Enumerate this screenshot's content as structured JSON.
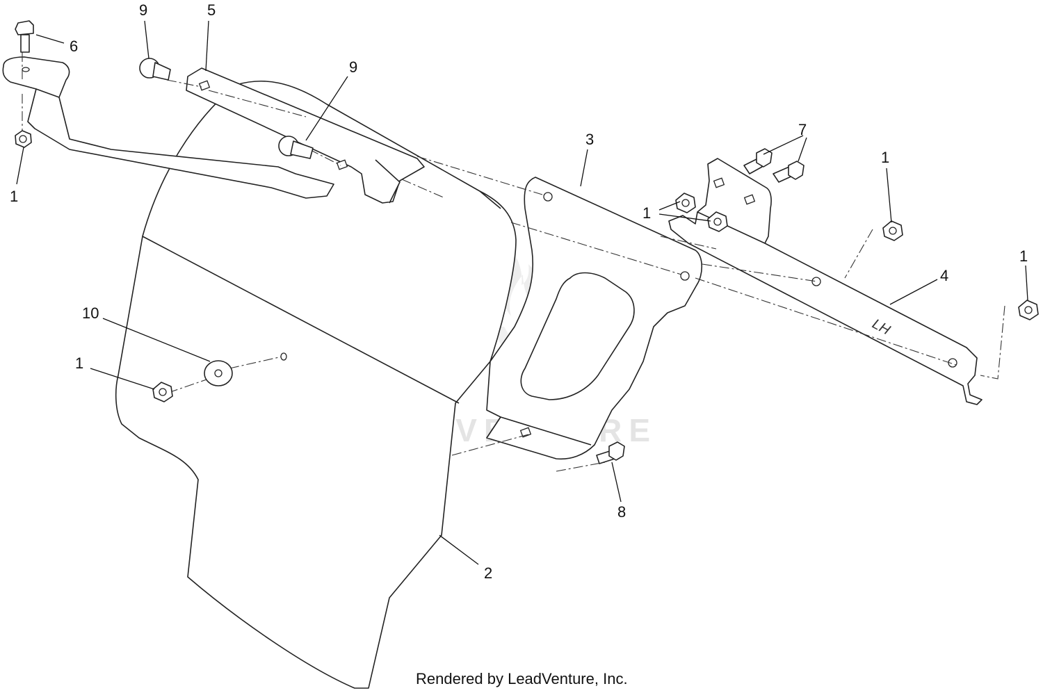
{
  "callouts": {
    "c1_a": "1",
    "c1_b": "1",
    "c1_c": "1",
    "c1_d": "1",
    "c1_e": "1",
    "c2": "2",
    "c3": "3",
    "c4": "4",
    "c5": "5",
    "c6": "6",
    "c7": "7",
    "c8": "8",
    "c9_a": "9",
    "c9_b": "9",
    "c10": "10"
  },
  "part_marking": "LH",
  "watermark": "LEADVENTURE",
  "credit": "Rendered by LeadVenture, Inc.",
  "colors": {
    "line": "#222222",
    "background": "#ffffff",
    "watermark": "#e4e4e4"
  }
}
